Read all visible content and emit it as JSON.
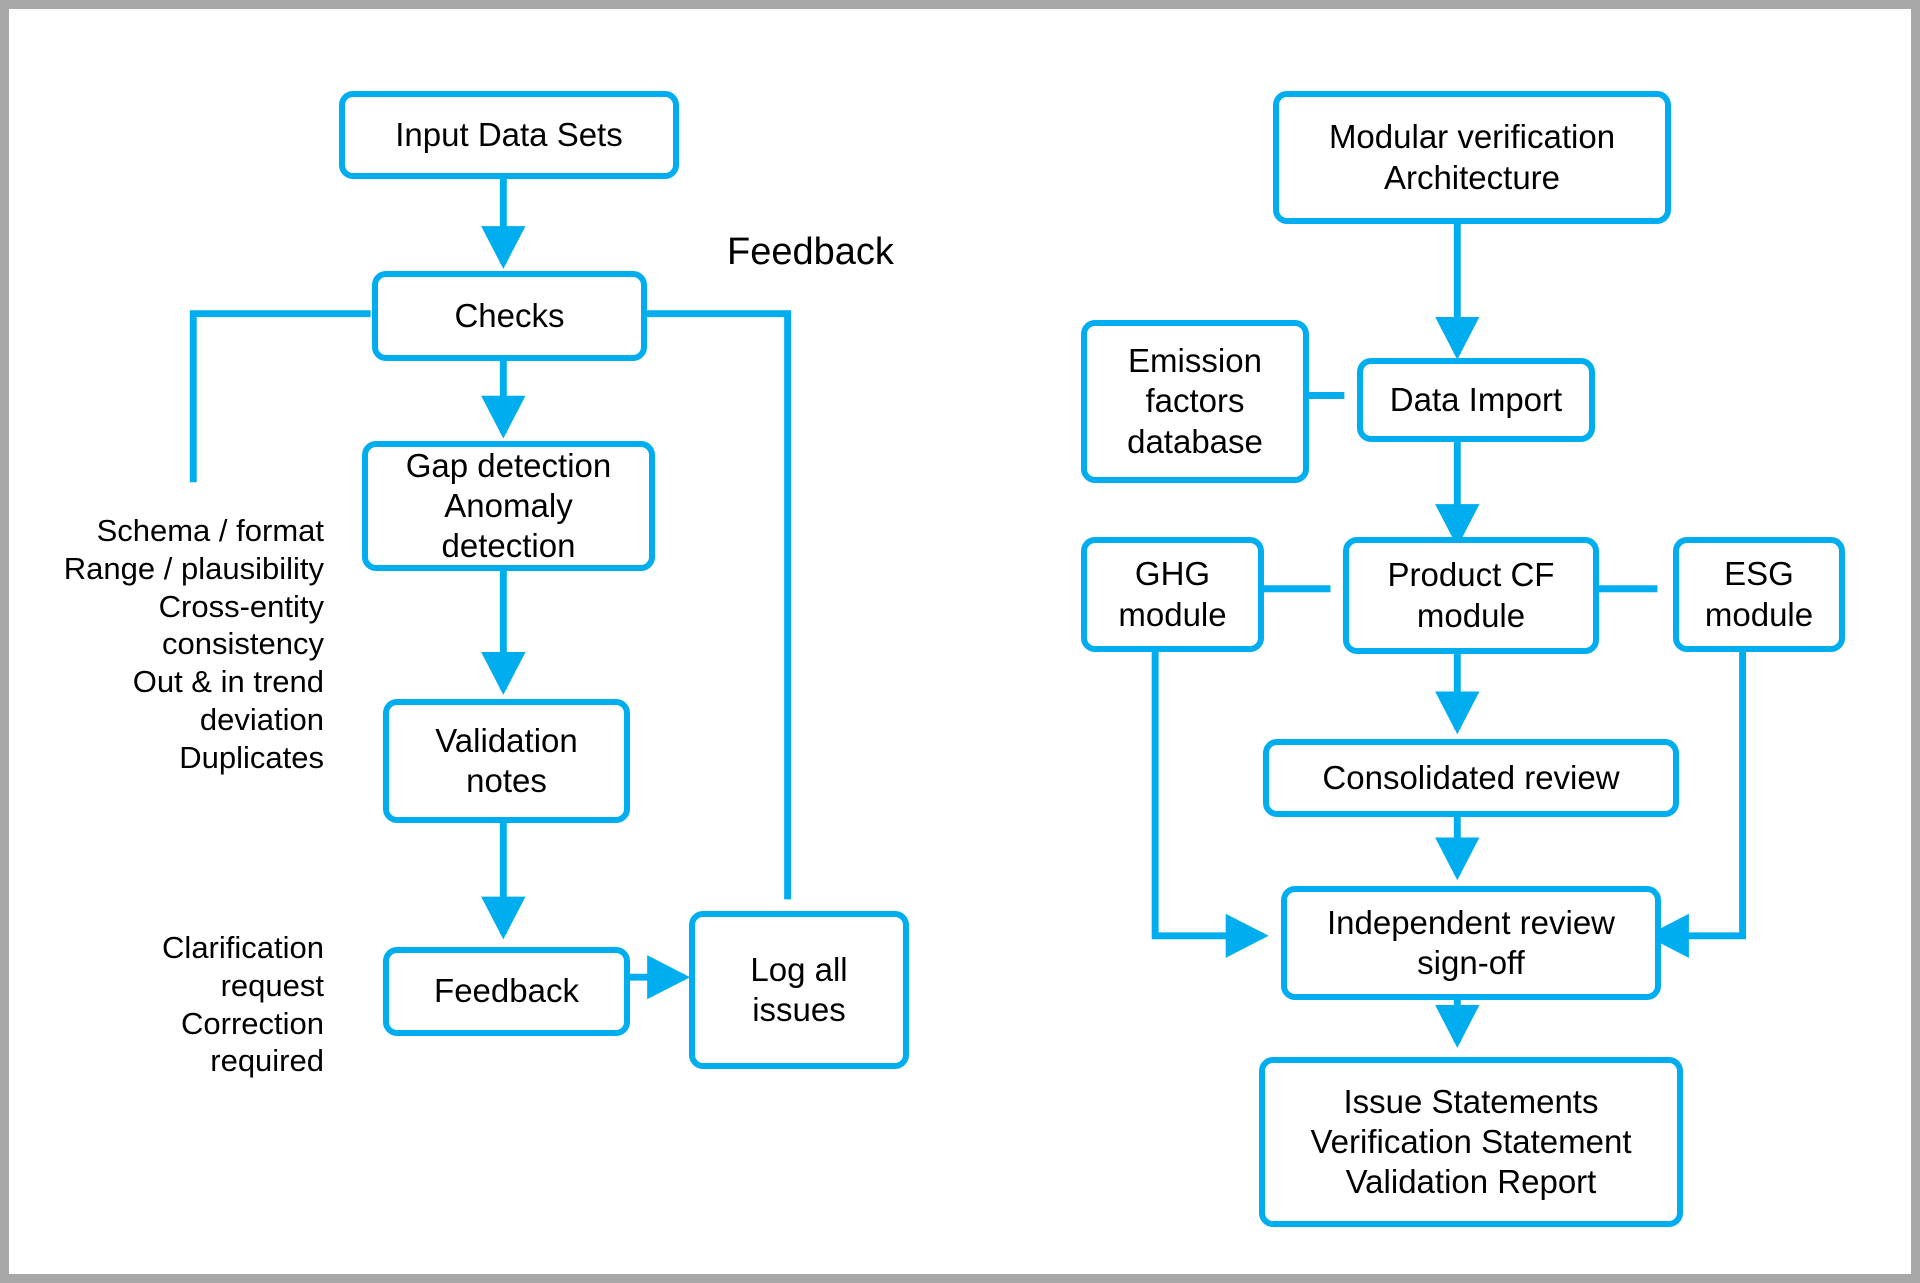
{
  "figure": {
    "frame_color": "#a8a8a8",
    "accent_color": "#00AEEF",
    "text_color": "#000000",
    "background": "#ffffff"
  },
  "left_flow": {
    "title_label": "Feedback",
    "nodes": {
      "input_data_sets": "Input Data Sets",
      "checks": "Checks",
      "gap_anomaly": "Gap detection\nAnomaly\ndetection",
      "validation_notes": "Validation\nnotes",
      "feedback": "Feedback",
      "log_all_issues": "Log all\nissues"
    },
    "checks_criteria": "Schema / format\nRange / plausibility\nCross-entity\nconsistency\nOut & in trend\ndeviation\nDuplicates",
    "feedback_actions": "Clarification\nrequest\nCorrection\nrequired"
  },
  "right_flow": {
    "nodes": {
      "modular_architecture": "Modular verification\nArchitecture",
      "emission_factors_db": "Emission\nfactors\ndatabase",
      "data_import": "Data Import",
      "ghg_module": "GHG\nmodule",
      "product_cf_module": "Product CF\nmodule",
      "esg_module": "ESG\nmodule",
      "consolidated_review": "Consolidated review",
      "independent_review": "Independent review\nsign-off",
      "issue_statements": "Issue Statements\nVerification Statement\nValidation Report"
    }
  }
}
